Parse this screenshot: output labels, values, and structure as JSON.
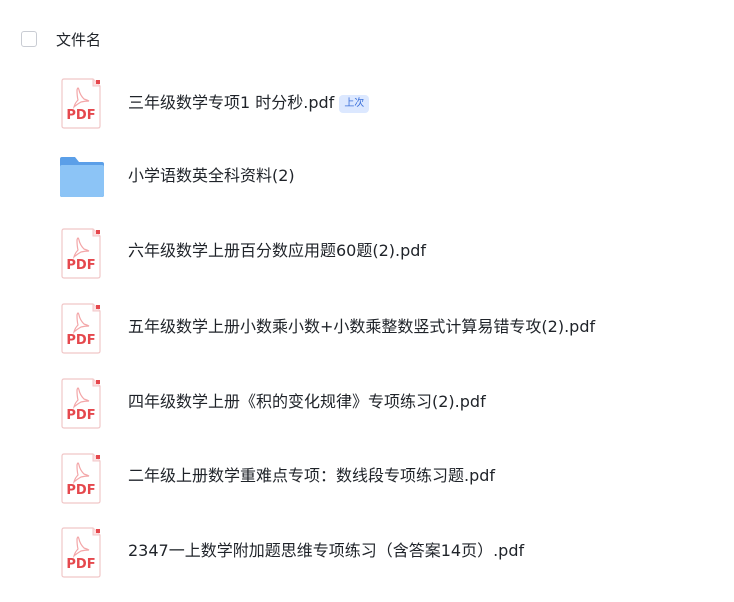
{
  "header": {
    "column_label": "文件名"
  },
  "files": [
    {
      "name": "三年级数学专项1 时分秒.pdf",
      "type": "pdf",
      "badge": "上次"
    },
    {
      "name": "小学语数英全科资料(2)",
      "type": "folder",
      "badge": ""
    },
    {
      "name": "六年级数学上册百分数应用题60题(2).pdf",
      "type": "pdf",
      "badge": ""
    },
    {
      "name": "五年级数学上册小数乘小数+小数乘整数竖式计算易错专攻(2).pdf",
      "type": "pdf",
      "badge": ""
    },
    {
      "name": "四年级数学上册《积的变化规律》专项练习(2).pdf",
      "type": "pdf",
      "badge": ""
    },
    {
      "name": "二年级上册数学重难点专项：数线段专项练习题.pdf",
      "type": "pdf",
      "badge": ""
    },
    {
      "name": "2347一上数学附加题思维专项练习（含答案14页）.pdf",
      "type": "pdf",
      "badge": ""
    }
  ],
  "icons": {
    "pdf_icon_text": "PDF",
    "pdf_color": "#e5484d",
    "folder_color": "#6aaef0"
  }
}
